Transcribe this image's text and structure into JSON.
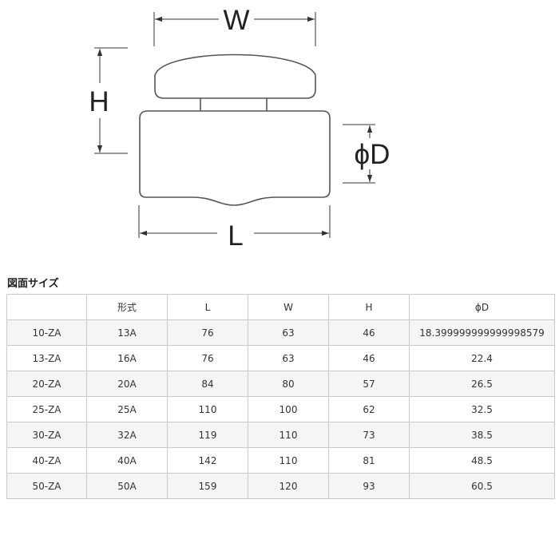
{
  "drawing": {
    "label_w": "W",
    "label_h": "H",
    "label_l": "L",
    "label_d": "ϕD"
  },
  "section_title": "図面サイズ",
  "table": {
    "headers": [
      "",
      "形式",
      "L",
      "W",
      "H",
      "ϕD"
    ],
    "rows": [
      [
        "10-ZA",
        "13A",
        "76",
        "63",
        "46",
        "18.399999999999998579"
      ],
      [
        "13-ZA",
        "16A",
        "76",
        "63",
        "46",
        "22.4"
      ],
      [
        "20-ZA",
        "20A",
        "84",
        "80",
        "57",
        "26.5"
      ],
      [
        "25-ZA",
        "25A",
        "110",
        "100",
        "62",
        "32.5"
      ],
      [
        "30-ZA",
        "32A",
        "119",
        "110",
        "73",
        "38.5"
      ],
      [
        "40-ZA",
        "40A",
        "142",
        "110",
        "81",
        "48.5"
      ],
      [
        "50-ZA",
        "50A",
        "159",
        "120",
        "93",
        "60.5"
      ]
    ]
  }
}
